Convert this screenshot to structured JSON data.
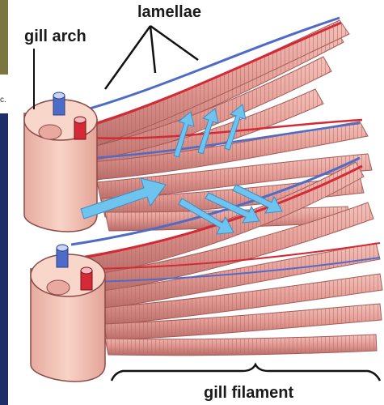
{
  "labels": {
    "gill_arch": "gill arch",
    "lamellae": "lamellae",
    "gill_filament": "gill filament",
    "edge_fragment": "c."
  },
  "colors": {
    "tissue": "#e9a8a0",
    "tissue_dark": "#b96a66",
    "artery": "#d32a36",
    "vein": "#4f6bc8",
    "water_flow": "#6fc3ef",
    "arch": "#f6c7b8"
  }
}
